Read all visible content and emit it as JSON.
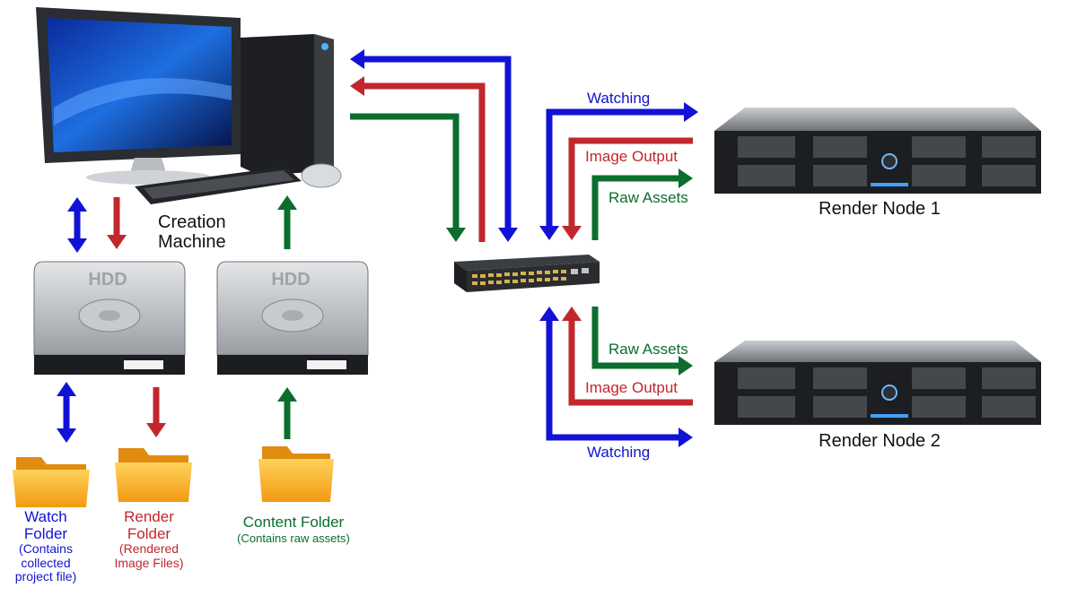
{
  "colors": {
    "watching": "#1212d6",
    "image_output": "#c1272d",
    "raw_assets": "#0b6e2e",
    "folder": "#f6a81c"
  },
  "creation_machine": {
    "line1": "Creation",
    "line2": "Machine"
  },
  "drives": {
    "label": "HDD"
  },
  "watch_folder": {
    "line1": "Watch",
    "line2": "Folder",
    "line3": "(Contains",
    "line4": "collected",
    "line5": "project file)"
  },
  "render_folder": {
    "line1": "Render",
    "line2": "Folder",
    "line3": "(Rendered",
    "line4": "Image Files)"
  },
  "content_folder": {
    "title": "Content Folder",
    "note": "(Contains raw assets)"
  },
  "node1": {
    "name": "Render Node 1",
    "watching": "Watching",
    "image_output": "Image Output",
    "raw_assets": "Raw Assets"
  },
  "node2": {
    "name": "Render Node 2",
    "watching": "Watching",
    "image_output": "Image Output",
    "raw_assets": "Raw Assets"
  }
}
